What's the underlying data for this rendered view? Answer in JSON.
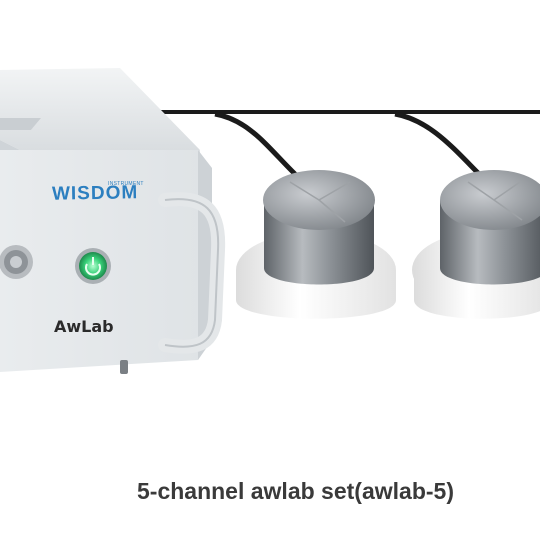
{
  "device": {
    "brand": "WISDOM",
    "brand_sub": "INSTRUMENT",
    "model": "AwLab"
  },
  "caption": "5-channel awlab set(awlab-5)",
  "colors": {
    "brand": "#2c7fc0",
    "power_led": "#39d27a",
    "puck_base": "#f4f4f4",
    "puck_metal": "#8a8f94"
  }
}
